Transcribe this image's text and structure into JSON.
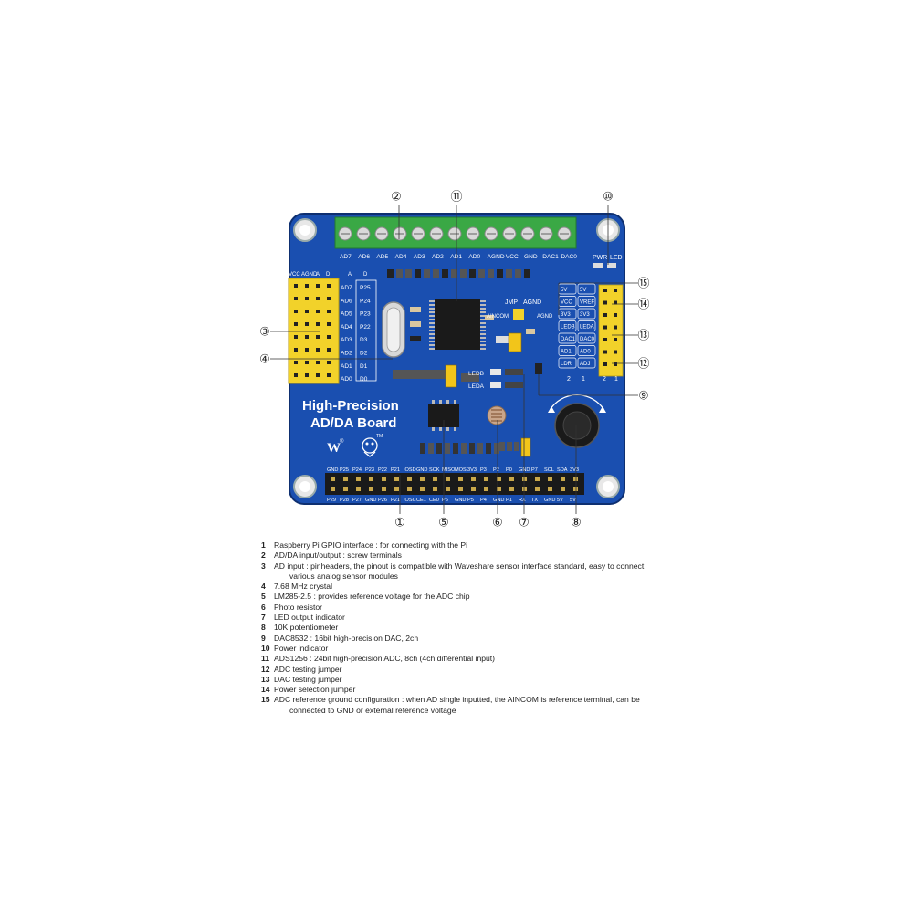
{
  "board": {
    "title_line1": "High-Precision",
    "title_line2": "AD/DA Board",
    "brand": "W",
    "brand_mark": "®",
    "tm_mark": "TM"
  },
  "terminal_labels": [
    "AD7",
    "AD6",
    "AD5",
    "AD4",
    "AD3",
    "AD2",
    "AD1",
    "AD0",
    "AGND",
    "VCC",
    "GND",
    "DAC1",
    "DAC0"
  ],
  "left_header_top": [
    "VCC",
    "AGND",
    "A",
    "D",
    "A",
    "D"
  ],
  "left_ad_labels": [
    "AD7",
    "AD6",
    "AD5",
    "AD4",
    "AD3",
    "AD2",
    "AD1",
    "AD0"
  ],
  "left_p_labels": [
    "P25",
    "P24",
    "P23",
    "P22",
    "D3",
    "D2",
    "D1",
    "D0"
  ],
  "top_right_labels": {
    "pwr": "PWR",
    "led": "LED",
    "jmp": "JMP",
    "agnd": "AGND",
    "aincom": "AINCOM",
    "agnd2": "AGND"
  },
  "jumper_grid": [
    [
      "5V",
      "5V"
    ],
    [
      "VCC",
      "VREF"
    ],
    [
      "3V3",
      "3V3"
    ],
    [
      "LEDB",
      "LEDA"
    ],
    [
      "DAC1",
      "DAC0"
    ],
    [
      "AD1",
      "AD0"
    ],
    [
      "LDR",
      "ADJ"
    ]
  ],
  "jumper_col_numbers": [
    "2",
    "1"
  ],
  "jumper_col_numbers_right": [
    "2",
    "1"
  ],
  "led_labels": [
    "LEDB",
    "LEDA"
  ],
  "gpio_top_labels": [
    "GND",
    "P25",
    "P24",
    "P23",
    "P22",
    "P21",
    "IOSD",
    "GND",
    "SCK",
    "MISO",
    "MOSI",
    "3V3",
    "P3",
    "P2",
    "P0",
    "GND",
    "P7",
    "SCL",
    "SDA",
    "3V3"
  ],
  "gpio_bottom_labels": [
    "P29",
    "P28",
    "P27",
    "GND",
    "P26",
    "P21",
    "IOSC",
    "CE1",
    "CE0",
    "P6",
    "GND",
    "P5",
    "P4",
    "GND",
    "P1",
    "RX",
    "TX",
    "GND",
    "5V",
    "5V"
  ],
  "callouts": [
    "①",
    "②",
    "③",
    "④",
    "⑤",
    "⑥",
    "⑦",
    "⑧",
    "⑨",
    "⑩",
    "⑪",
    "⑫",
    "⑬",
    "⑭",
    "⑮"
  ],
  "legend": [
    {
      "num": "1",
      "text": "Raspberry Pi GPIO interface : for connecting with the Pi"
    },
    {
      "num": "2",
      "text": "AD/DA input/output : screw terminals"
    },
    {
      "num": "3",
      "text": "AD input : pinheaders, the pinout is compatible with Waveshare sensor interface standard, easy to connect",
      "cont": "various analog sensor modules"
    },
    {
      "num": "4",
      "text": "7.68 MHz crystal"
    },
    {
      "num": "5",
      "text": "LM285-2.5 : provides reference voltage for the ADC chip"
    },
    {
      "num": "6",
      "text": "Photo resistor"
    },
    {
      "num": "7",
      "text": "LED output indicator"
    },
    {
      "num": "8",
      "text": "10K potentiometer"
    },
    {
      "num": "9",
      "text": "DAC8532 : 16bit high-precision DAC, 2ch"
    },
    {
      "num": "10",
      "text": "Power indicator"
    },
    {
      "num": "11",
      "text": "ADS1256 : 24bit high-precision ADC, 8ch (4ch differential input)"
    },
    {
      "num": "12",
      "text": "ADC testing jumper"
    },
    {
      "num": "13",
      "text": "DAC testing jumper"
    },
    {
      "num": "14",
      "text": "Power selection jumper"
    },
    {
      "num": "15",
      "text": "ADC reference ground configuration : when AD single inputted, the AINCOM is reference terminal, can be",
      "cont": "connected to GND or external reference voltage"
    }
  ],
  "colors": {
    "pcb": "#1a4fb0",
    "pcb_dark": "#123c8c",
    "terminal": "#3aa845",
    "header": "#f2d22a",
    "silk": "#ffffff",
    "chip": "#1a1a1a"
  }
}
